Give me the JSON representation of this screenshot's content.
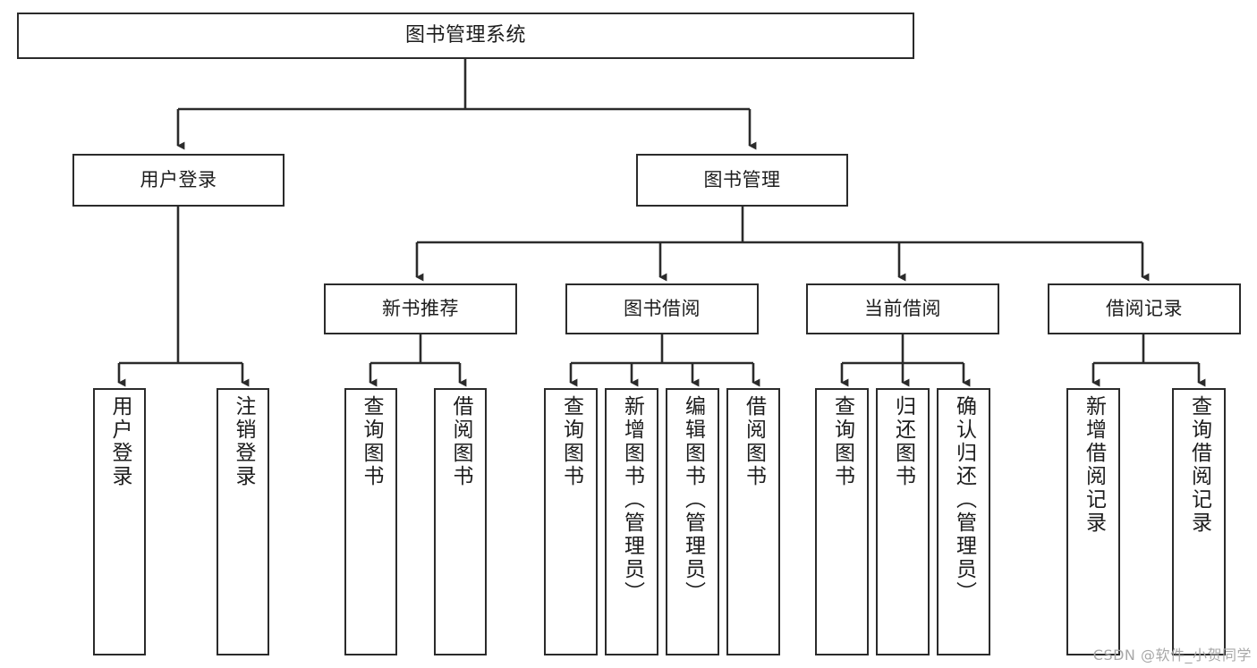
{
  "diagram": {
    "type": "tree-hierarchy-chart",
    "title": "图书管理系统",
    "colors": {
      "box_border": "#2b2b2b",
      "box_fill": "#ffffff",
      "connector": "#2b2b2b",
      "text": "#1d1d1d",
      "watermark": "#a8a8a8",
      "background": "#ffffff"
    },
    "levels": {
      "root": "图书管理系统",
      "level2": [
        "用户登录",
        "图书管理"
      ],
      "level3": [
        "新书推荐",
        "图书借阅",
        "当前借阅",
        "借阅记录"
      ]
    },
    "nodes": {
      "root": {
        "label": "图书管理系统"
      },
      "user_login": {
        "label": "用户登录"
      },
      "book_manage": {
        "label": "图书管理"
      },
      "new_book_rec": {
        "label": "新书推荐"
      },
      "book_borrow": {
        "label": "图书借阅"
      },
      "current_borrow": {
        "label": "当前借阅"
      },
      "borrow_record": {
        "label": "借阅记录"
      },
      "leaf_user_login": {
        "label": "用户登录"
      },
      "leaf_logout": {
        "label": "注销登录"
      },
      "leaf_query_book_1": {
        "label": "查询图书"
      },
      "leaf_borrow_book_1": {
        "label": "借阅图书"
      },
      "leaf_query_book_2": {
        "label": "查询图书"
      },
      "leaf_add_book": {
        "label": "新增图书（管理员）"
      },
      "leaf_edit_book": {
        "label": "编辑图书（管理员）"
      },
      "leaf_borrow_book_2": {
        "label": "借阅图书"
      },
      "leaf_query_book_3": {
        "label": "查询图书"
      },
      "leaf_return_book": {
        "label": "归还图书"
      },
      "leaf_confirm_return": {
        "label": "确认归还（管理员）"
      },
      "leaf_add_record": {
        "label": "新增借阅记录"
      },
      "leaf_query_record": {
        "label": "查询借阅记录"
      }
    },
    "edges": [
      {
        "from": "图书管理系统",
        "to": "用户登录"
      },
      {
        "from": "图书管理系统",
        "to": "图书管理"
      },
      {
        "from": "用户登录",
        "to": "用户登录"
      },
      {
        "from": "用户登录",
        "to": "注销登录"
      },
      {
        "from": "图书管理",
        "to": "新书推荐"
      },
      {
        "from": "图书管理",
        "to": "图书借阅"
      },
      {
        "from": "图书管理",
        "to": "当前借阅"
      },
      {
        "from": "图书管理",
        "to": "借阅记录"
      },
      {
        "from": "新书推荐",
        "to": "查询图书"
      },
      {
        "from": "新书推荐",
        "to": "借阅图书"
      },
      {
        "from": "图书借阅",
        "to": "查询图书"
      },
      {
        "from": "图书借阅",
        "to": "新增图书（管理员）"
      },
      {
        "from": "图书借阅",
        "to": "编辑图书（管理员）"
      },
      {
        "from": "图书借阅",
        "to": "借阅图书"
      },
      {
        "from": "当前借阅",
        "to": "查询图书"
      },
      {
        "from": "当前借阅",
        "to": "归还图书"
      },
      {
        "from": "当前借阅",
        "to": "确认归还（管理员）"
      },
      {
        "from": "借阅记录",
        "to": "新增借阅记录"
      },
      {
        "from": "借阅记录",
        "to": "查询借阅记录"
      }
    ]
  },
  "watermark": {
    "text": "CSDN @软件_小贺同学"
  }
}
